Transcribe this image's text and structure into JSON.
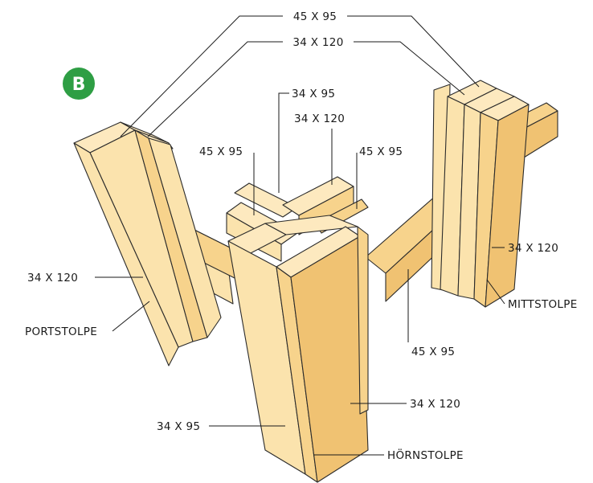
{
  "badge": {
    "letter": "B",
    "color": "#2e9e44"
  },
  "colors": {
    "wood_face": "#fbe3ad",
    "wood_side": "#f7d38c",
    "wood_shadow": "#f0c272",
    "outline": "#2b2b2b"
  },
  "labels": {
    "top_45x95": "45 X 95",
    "top_34x120": "34 X 120",
    "center_34x95": "34 X 95",
    "center_34x120": "34 X 120",
    "center_left_45x95": "45 X 95",
    "center_right_45x95": "45 X 95",
    "mitt_34x120": "34 X 120",
    "mittstolpe": "MITTSTOLPE",
    "port_34x120": "34 X 120",
    "portstolpe": "PORTSTOLPE",
    "rail_45x95": "45 X 95",
    "corner_34x120": "34 X 120",
    "corner_34x95": "34 X 95",
    "hornstolpe": "HÖRNSTOLPE"
  }
}
